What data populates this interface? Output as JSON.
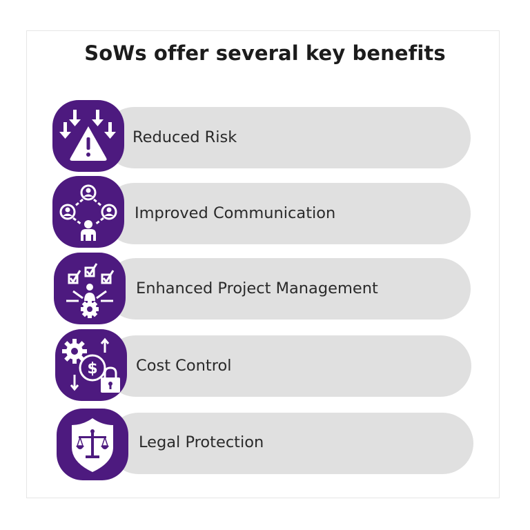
{
  "title": "SoWs offer several key benefits",
  "colors": {
    "accent": "#4d1a7f",
    "pill": "#e0e0e0",
    "text": "#2a2a2a",
    "frame": "#e6e6e6"
  },
  "benefits": [
    {
      "label": "Reduced Risk",
      "icon": "risk-warning-arrows-icon"
    },
    {
      "label": "Improved Communication",
      "icon": "people-network-icon"
    },
    {
      "label": "Enhanced Project Management",
      "icon": "task-checklist-manager-icon"
    },
    {
      "label": "Cost Control",
      "icon": "gear-dollar-lock-icon"
    },
    {
      "label": "Legal Protection",
      "icon": "shield-scales-icon"
    }
  ]
}
